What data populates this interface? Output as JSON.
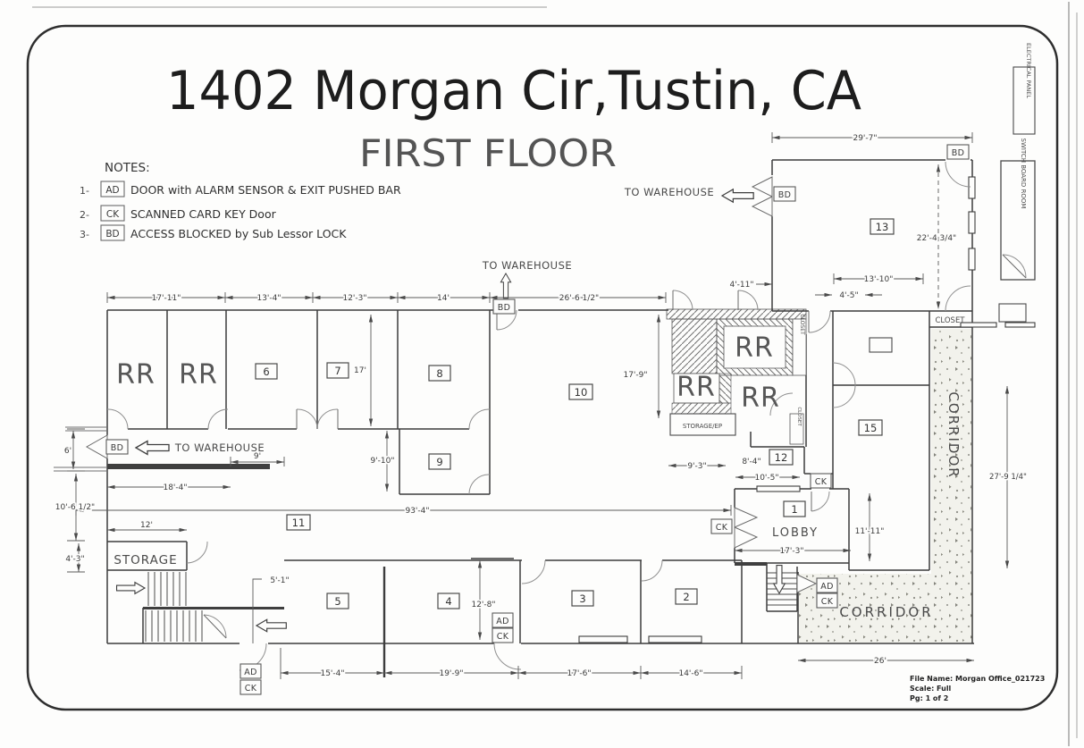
{
  "page": {
    "title": "1402 Morgan Cir,Tustin, CA",
    "subtitle": "FIRST FLOOR"
  },
  "notes": {
    "heading": "NOTES:",
    "items": [
      {
        "num": "1-",
        "code": "AD",
        "text": "DOOR with ALARM SENSOR & EXIT PUSHED BAR"
      },
      {
        "num": "2-",
        "code": "CK",
        "text": "SCANNED CARD KEY Door"
      },
      {
        "num": "3-",
        "code": "BD",
        "text": "ACCESS BLOCKED by Sub Lessor LOCK"
      }
    ]
  },
  "codes": {
    "ad": "AD",
    "ck": "CK",
    "bd": "BD"
  },
  "rooms": {
    "rr": "RR",
    "r1": "1",
    "r2": "2",
    "r3": "3",
    "r4": "4",
    "r5": "5",
    "r6": "6",
    "r7": "7",
    "r8": "8",
    "r9": "9",
    "r10": "10",
    "r11": "11",
    "r12": "12",
    "r13": "13",
    "r15": "15",
    "lobby": "LOBBY",
    "storage": "STORAGE",
    "storage_ep": "STORAGE/EP",
    "closet": "CLOSET",
    "corridor": "CORRIDOR",
    "electrical_panel": "ELECTRICAL PANEL",
    "switch_board_room": "SWITCH BOARD ROOM"
  },
  "annotations": {
    "to_warehouse": "TO WAREHOUSE"
  },
  "dims": {
    "d17_11": "17'-11\"",
    "d13_4": "13'-4\"",
    "d12_3": "12'-3\"",
    "d14": "14'",
    "d26_6": "26'-6 1/2\"",
    "d29_7": "29'-7\"",
    "d22_4": "22'-4 3/4\"",
    "d4_11": "4'-11\"",
    "d13_10": "13'-10\"",
    "d4_5": "4'-5\"",
    "d17": "17'",
    "d17_9": "17'-9\"",
    "d9": "9'",
    "d18_4": "18'-4\"",
    "d9_10": "9'-10\"",
    "d93_4": "93'-4\"",
    "d6": "6'",
    "d10_6": "10'-6 1/2\"",
    "d12": "12'",
    "d4_3": "4'-3\"",
    "d5_1": "5'-1\"",
    "d15_4": "15'-4\"",
    "d19_9": "19'-9\"",
    "d17_6": "17'-6\"",
    "d14_6": "14'-6\"",
    "d12_8": "12'-8\"",
    "d9_3": "9'-3\"",
    "d8_4": "8'-4\"",
    "d10_5": "10'-5\"",
    "d17_3": "17'-3\"",
    "d11_11": "11'-11\"",
    "d27_9": "27'-9 1/4\"",
    "d26": "26'"
  },
  "titleblock": {
    "file": "File Name: Morgan Office_021723",
    "scale": "Scale: Full",
    "page": "Pg: 1 of 2"
  }
}
